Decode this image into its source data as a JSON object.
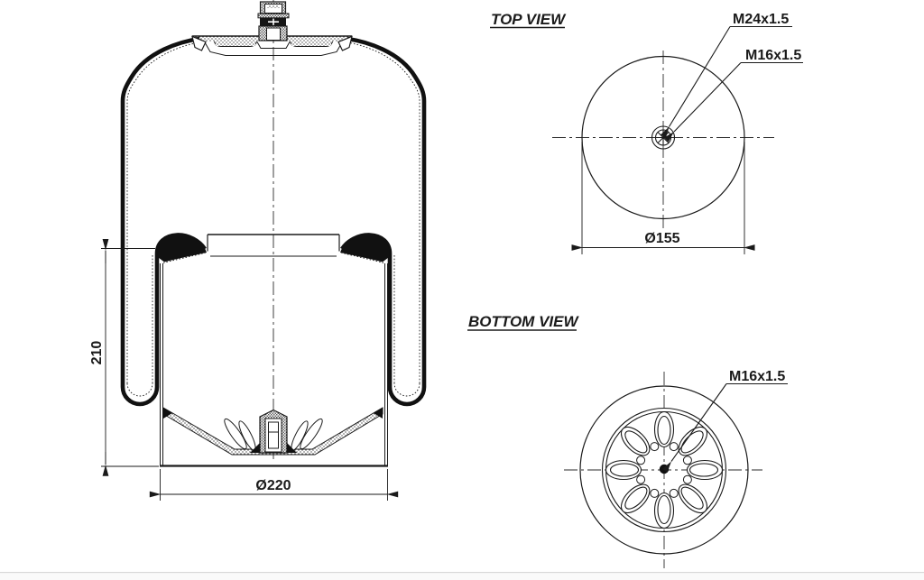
{
  "main_view": {
    "height_dim_label": "210",
    "diameter_dim_label": "Ø220"
  },
  "top_view": {
    "title": "TOP VIEW",
    "outer_thread_label": "M24x1.5",
    "inner_thread_label": "M16x1.5",
    "diameter_dim_label": "Ø155"
  },
  "bottom_view": {
    "title": "BOTTOM VIEW",
    "thread_label": "M16x1.5"
  },
  "colors": {
    "line": "#1a1a1a",
    "centerline": "#2b2b2b",
    "page_edge": "#d8d8d8",
    "background": "#ffffff"
  }
}
